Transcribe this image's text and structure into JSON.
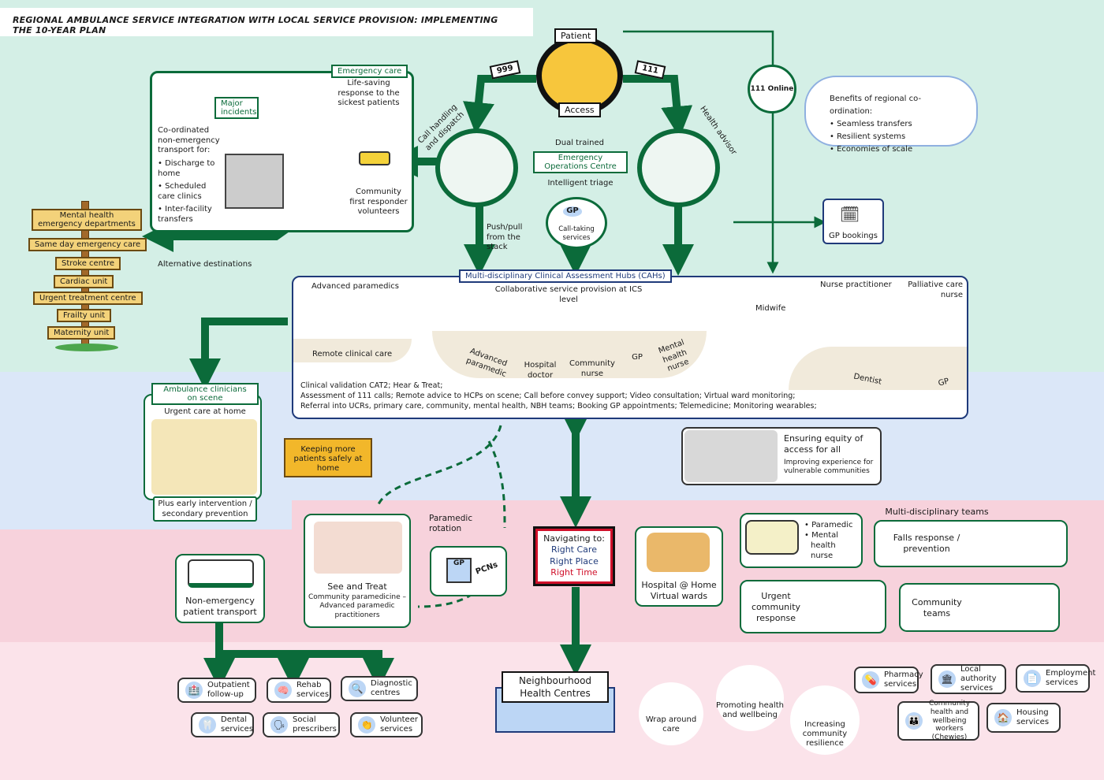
{
  "title": "REGIONAL AMBULANCE SERVICE INTEGRATION WITH LOCAL SERVICE PROVISION: IMPLEMENTING THE 10-YEAR PLAN",
  "colors": {
    "nhs_green": "#0b6b3a",
    "mint": "#d4efe6",
    "blue": "#dbe7f8",
    "pink": "#f7d2dc",
    "light_pink": "#fbe3ea",
    "navy": "#1f3a7a",
    "red": "#d0102a"
  },
  "patient": {
    "label": "Patient",
    "access": "Access",
    "left_phone": "999",
    "right_phone": "111"
  },
  "online": "111 Online",
  "benefits": {
    "title": "Benefits of regional co-ordination:",
    "items": [
      "Seamless transfers",
      "Resilient systems",
      "Economies of scale"
    ]
  },
  "eoc": {
    "call_handling": "Call handling and dispatch",
    "health_advisor": "Health advisor",
    "dual": "Dual trained",
    "title": "Emergency Operations Centre",
    "triage": "Intelligent triage",
    "push_pull": "Push/pull from the stack",
    "call_taking": "Call-taking services",
    "gp_bookings": "GP bookings"
  },
  "incidents": {
    "emergency_tag": "Emergency care",
    "emergency_text": "Life-saving response to the sickest patients",
    "major_tag": "Major incidents",
    "transport_intro": "Co-ordinated non-emergency transport for:",
    "transport_items": [
      "Discharge to home",
      "Scheduled care clinics",
      "Inter-facility transfers"
    ],
    "volunteers": "Community first responder volunteers",
    "alt": "Alternative destinations"
  },
  "signpost": [
    "Mental health emergency departments",
    "Same day emergency care",
    "Stroke centre",
    "Cardiac unit",
    "Urgent treatment centre",
    "Frailty unit",
    "Maternity unit"
  ],
  "cah": {
    "title": "Multi-disciplinary Clinical Assessment Hubs (CAHs)",
    "adv_paramedics": "Advanced paramedics",
    "remote": "Remote clinical care",
    "collab": "Collaborative service provision at ICS level",
    "roles": [
      "Advanced paramedic",
      "Hospital doctor",
      "Community nurse",
      "GP",
      "Mental health nurse"
    ],
    "right_roles": [
      "Midwife",
      "Nurse practitioner",
      "Palliative care nurse",
      "Dentist",
      "GP"
    ],
    "lines": [
      "Clinical validation CAT2; Hear & Treat;",
      "Assessment of 111 calls; Remote advice to HCPs on scene; Call before convey support; Video consultation; Virtual ward monitoring;",
      "Referral into UCRs, primary care, community, mental health, NBH teams; Booking GP appointments; Telemedicine; Monitoring wearables;"
    ]
  },
  "on_scene": {
    "title": "Ambulance clinicians on scene",
    "sub": "Urgent care at home",
    "foot": "Plus early intervention / secondary prevention"
  },
  "keeping": "Keeping more patients safely at home",
  "equity": {
    "title": "Ensuring equity of access for all",
    "sub": "Improving experience for vulnerable communities"
  },
  "rotation": "Paramedic rotation",
  "pcn": "PCNs",
  "see_treat": {
    "title": "See and Treat",
    "sub": "Community paramedicine – Advanced paramedic practitioners"
  },
  "navigating": {
    "title": "Navigating to:",
    "items": [
      "Right Care",
      "Right Place",
      "Right Time"
    ]
  },
  "virtual": "Hospital @ Home Virtual wards",
  "mdt": {
    "title": "Multi-disciplinary teams",
    "car_items": [
      "Paramedic",
      "Mental health nurse"
    ],
    "falls": "Falls response / prevention",
    "ucr": "Urgent community response",
    "community": "Community teams"
  },
  "nept": "Non-emergency patient transport",
  "nept_services": [
    {
      "label": "Outpatient follow-up",
      "icon": "hospital-icon"
    },
    {
      "label": "Rehab services",
      "icon": "brain-icon"
    },
    {
      "label": "Diagnostic centres",
      "icon": "magnifier-icon"
    },
    {
      "label": "Dental services",
      "icon": "tooth-icon"
    },
    {
      "label": "Social prescribers",
      "icon": "speaking-head-icon"
    },
    {
      "label": "Volunteer services",
      "icon": "hands-icon"
    }
  ],
  "nhc": "Neighbourhood Health Centres",
  "cycle": [
    "Wrap around care",
    "Promoting health and wellbeing",
    "Increasing community resilience"
  ],
  "local_services": [
    {
      "label": "Pharmacy services",
      "icon": "pill-icon"
    },
    {
      "label": "Local authority services",
      "icon": "building-icon"
    },
    {
      "label": "Employment services",
      "icon": "cv-icon"
    },
    {
      "label": "Community health and wellbeing workers (Chewies)",
      "icon": "people-icon"
    },
    {
      "label": "Housing services",
      "icon": "house-icon"
    }
  ]
}
